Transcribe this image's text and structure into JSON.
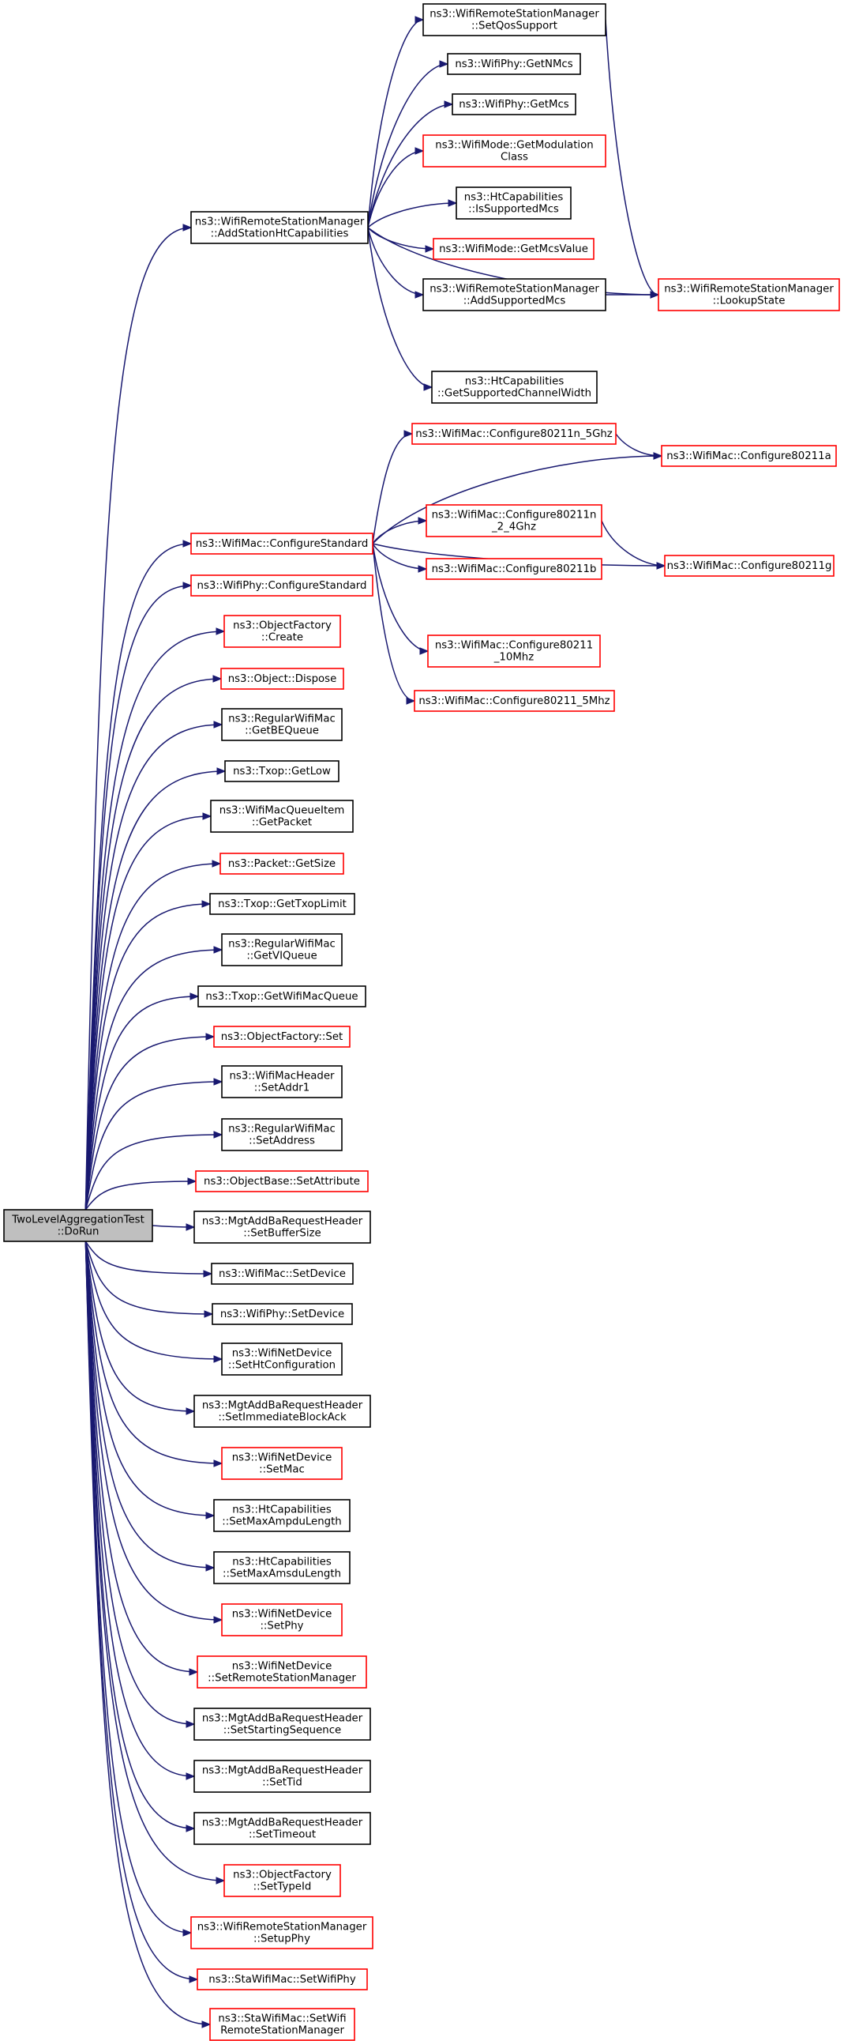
{
  "graph": {
    "colors": {
      "edge": "#191970",
      "red_border": "#ff0000",
      "black_border": "#000000",
      "root_fill": "#bfbfbf"
    },
    "nodes": [
      {
        "id": "root",
        "lines": [
          "TwoLevelAggregationTest",
          "::DoRun"
        ],
        "style": "root"
      },
      {
        "id": "addStationHt",
        "lines": [
          "ns3::WifiRemoteStationManager",
          "::AddStationHtCapabilities"
        ],
        "style": "black"
      },
      {
        "id": "setQosSupport",
        "lines": [
          "ns3::WifiRemoteStationManager",
          "::SetQosSupport"
        ],
        "style": "black"
      },
      {
        "id": "getNMcs",
        "lines": [
          "ns3::WifiPhy::GetNMcs"
        ],
        "style": "black"
      },
      {
        "id": "getMcs",
        "lines": [
          "ns3::WifiPhy::GetMcs"
        ],
        "style": "black"
      },
      {
        "id": "getModClass",
        "lines": [
          "ns3::WifiMode::GetModulation",
          "Class"
        ],
        "style": "red"
      },
      {
        "id": "isSupportedMcs",
        "lines": [
          "ns3::HtCapabilities",
          "::IsSupportedMcs"
        ],
        "style": "black"
      },
      {
        "id": "getMcsValue",
        "lines": [
          "ns3::WifiMode::GetMcsValue"
        ],
        "style": "red"
      },
      {
        "id": "addSupportedMcs",
        "lines": [
          "ns3::WifiRemoteStationManager",
          "::AddSupportedMcs"
        ],
        "style": "black"
      },
      {
        "id": "lookupState",
        "lines": [
          "ns3::WifiRemoteStationManager",
          "::LookupState"
        ],
        "style": "red"
      },
      {
        "id": "getSupChW",
        "lines": [
          "ns3::HtCapabilities",
          "::GetSupportedChannelWidth"
        ],
        "style": "black"
      },
      {
        "id": "cfg11n5",
        "lines": [
          "ns3::WifiMac::Configure80211n_5Ghz"
        ],
        "style": "red"
      },
      {
        "id": "cfg11a",
        "lines": [
          "ns3::WifiMac::Configure80211a"
        ],
        "style": "red"
      },
      {
        "id": "cfgStd",
        "lines": [
          "ns3::WifiMac::ConfigureStandard"
        ],
        "style": "red"
      },
      {
        "id": "cfg11n24",
        "lines": [
          "ns3::WifiMac::Configure80211n",
          "_2_4Ghz"
        ],
        "style": "red"
      },
      {
        "id": "cfg11g",
        "lines": [
          "ns3::WifiMac::Configure80211g"
        ],
        "style": "red"
      },
      {
        "id": "cfg11b",
        "lines": [
          "ns3::WifiMac::Configure80211b"
        ],
        "style": "red"
      },
      {
        "id": "cfg10",
        "lines": [
          "ns3::WifiMac::Configure80211",
          "_10Mhz"
        ],
        "style": "red"
      },
      {
        "id": "cfg5",
        "lines": [
          "ns3::WifiMac::Configure80211_5Mhz"
        ],
        "style": "red"
      },
      {
        "id": "phyCfgStd",
        "lines": [
          "ns3::WifiPhy::ConfigureStandard"
        ],
        "style": "red"
      },
      {
        "id": "ofCreate",
        "lines": [
          "ns3::ObjectFactory",
          "::Create"
        ],
        "style": "red"
      },
      {
        "id": "objDispose",
        "lines": [
          "ns3::Object::Dispose"
        ],
        "style": "red"
      },
      {
        "id": "getBEQueue",
        "lines": [
          "ns3::RegularWifiMac",
          "::GetBEQueue"
        ],
        "style": "black"
      },
      {
        "id": "getLow",
        "lines": [
          "ns3::Txop::GetLow"
        ],
        "style": "black"
      },
      {
        "id": "getPacket",
        "lines": [
          "ns3::WifiMacQueueItem",
          "::GetPacket"
        ],
        "style": "black"
      },
      {
        "id": "getSize",
        "lines": [
          "ns3::Packet::GetSize"
        ],
        "style": "red"
      },
      {
        "id": "getTxopLimit",
        "lines": [
          "ns3::Txop::GetTxopLimit"
        ],
        "style": "black"
      },
      {
        "id": "getVIQueue",
        "lines": [
          "ns3::RegularWifiMac",
          "::GetVIQueue"
        ],
        "style": "black"
      },
      {
        "id": "getWifiMacQueue",
        "lines": [
          "ns3::Txop::GetWifiMacQueue"
        ],
        "style": "black"
      },
      {
        "id": "ofSet",
        "lines": [
          "ns3::ObjectFactory::Set"
        ],
        "style": "red"
      },
      {
        "id": "setAddr1",
        "lines": [
          "ns3::WifiMacHeader",
          "::SetAddr1"
        ],
        "style": "black"
      },
      {
        "id": "setAddress",
        "lines": [
          "ns3::RegularWifiMac",
          "::SetAddress"
        ],
        "style": "black"
      },
      {
        "id": "setAttribute",
        "lines": [
          "ns3::ObjectBase::SetAttribute"
        ],
        "style": "red"
      },
      {
        "id": "setBufferSize",
        "lines": [
          "ns3::MgtAddBaRequestHeader",
          "::SetBufferSize"
        ],
        "style": "black"
      },
      {
        "id": "macSetDevice",
        "lines": [
          "ns3::WifiMac::SetDevice"
        ],
        "style": "black"
      },
      {
        "id": "phySetDevice",
        "lines": [
          "ns3::WifiPhy::SetDevice"
        ],
        "style": "black"
      },
      {
        "id": "setHtConfig",
        "lines": [
          "ns3::WifiNetDevice",
          "::SetHtConfiguration"
        ],
        "style": "black"
      },
      {
        "id": "setImmBA",
        "lines": [
          "ns3::MgtAddBaRequestHeader",
          "::SetImmediateBlockAck"
        ],
        "style": "black"
      },
      {
        "id": "setMac",
        "lines": [
          "ns3::WifiNetDevice",
          "::SetMac"
        ],
        "style": "red"
      },
      {
        "id": "setMaxAmpdu",
        "lines": [
          "ns3::HtCapabilities",
          "::SetMaxAmpduLength"
        ],
        "style": "black"
      },
      {
        "id": "setMaxAmsdu",
        "lines": [
          "ns3::HtCapabilities",
          "::SetMaxAmsduLength"
        ],
        "style": "black"
      },
      {
        "id": "setPhy",
        "lines": [
          "ns3::WifiNetDevice",
          "::SetPhy"
        ],
        "style": "red"
      },
      {
        "id": "setRSM",
        "lines": [
          "ns3::WifiNetDevice",
          "::SetRemoteStationManager"
        ],
        "style": "red"
      },
      {
        "id": "setStartSeq",
        "lines": [
          "ns3::MgtAddBaRequestHeader",
          "::SetStartingSequence"
        ],
        "style": "black"
      },
      {
        "id": "setTid",
        "lines": [
          "ns3::MgtAddBaRequestHeader",
          "::SetTid"
        ],
        "style": "black"
      },
      {
        "id": "setTimeout",
        "lines": [
          "ns3::MgtAddBaRequestHeader",
          "::SetTimeout"
        ],
        "style": "black"
      },
      {
        "id": "ofSetTypeId",
        "lines": [
          "ns3::ObjectFactory",
          "::SetTypeId"
        ],
        "style": "red"
      },
      {
        "id": "setupPhy",
        "lines": [
          "ns3::WifiRemoteStationManager",
          "::SetupPhy"
        ],
        "style": "red"
      },
      {
        "id": "staSetWifiPhy",
        "lines": [
          "ns3::StaWifiMac::SetWifiPhy"
        ],
        "style": "red"
      },
      {
        "id": "staSetRSM",
        "lines": [
          "ns3::StaWifiMac::SetWifi",
          "RemoteStationManager"
        ],
        "style": "red"
      }
    ],
    "edges": [
      [
        "root",
        "addStationHt"
      ],
      [
        "root",
        "cfgStd"
      ],
      [
        "root",
        "phyCfgStd"
      ],
      [
        "root",
        "ofCreate"
      ],
      [
        "root",
        "objDispose"
      ],
      [
        "root",
        "getBEQueue"
      ],
      [
        "root",
        "getLow"
      ],
      [
        "root",
        "getPacket"
      ],
      [
        "root",
        "getSize"
      ],
      [
        "root",
        "getTxopLimit"
      ],
      [
        "root",
        "getVIQueue"
      ],
      [
        "root",
        "getWifiMacQueue"
      ],
      [
        "root",
        "ofSet"
      ],
      [
        "root",
        "setAddr1"
      ],
      [
        "root",
        "setAddress"
      ],
      [
        "root",
        "setAttribute"
      ],
      [
        "root",
        "setBufferSize"
      ],
      [
        "root",
        "macSetDevice"
      ],
      [
        "root",
        "phySetDevice"
      ],
      [
        "root",
        "setHtConfig"
      ],
      [
        "root",
        "setImmBA"
      ],
      [
        "root",
        "setMac"
      ],
      [
        "root",
        "setMaxAmpdu"
      ],
      [
        "root",
        "setMaxAmsdu"
      ],
      [
        "root",
        "setPhy"
      ],
      [
        "root",
        "setRSM"
      ],
      [
        "root",
        "setStartSeq"
      ],
      [
        "root",
        "setTid"
      ],
      [
        "root",
        "setTimeout"
      ],
      [
        "root",
        "ofSetTypeId"
      ],
      [
        "root",
        "setupPhy"
      ],
      [
        "root",
        "staSetWifiPhy"
      ],
      [
        "root",
        "staSetRSM"
      ],
      [
        "addStationHt",
        "setQosSupport"
      ],
      [
        "addStationHt",
        "getNMcs"
      ],
      [
        "addStationHt",
        "getMcs"
      ],
      [
        "addStationHt",
        "getModClass"
      ],
      [
        "addStationHt",
        "isSupportedMcs"
      ],
      [
        "addStationHt",
        "getMcsValue"
      ],
      [
        "addStationHt",
        "addSupportedMcs"
      ],
      [
        "addStationHt",
        "lookupState"
      ],
      [
        "addStationHt",
        "getSupChW"
      ],
      [
        "setQosSupport",
        "lookupState"
      ],
      [
        "addSupportedMcs",
        "lookupState"
      ],
      [
        "cfgStd",
        "cfg11n5"
      ],
      [
        "cfgStd",
        "cfg11a"
      ],
      [
        "cfgStd",
        "cfg11n24"
      ],
      [
        "cfgStd",
        "cfg11b"
      ],
      [
        "cfgStd",
        "cfg11g"
      ],
      [
        "cfgStd",
        "cfg10"
      ],
      [
        "cfgStd",
        "cfg5"
      ],
      [
        "cfg11n5",
        "cfg11a"
      ],
      [
        "cfg11n24",
        "cfg11g"
      ]
    ]
  }
}
